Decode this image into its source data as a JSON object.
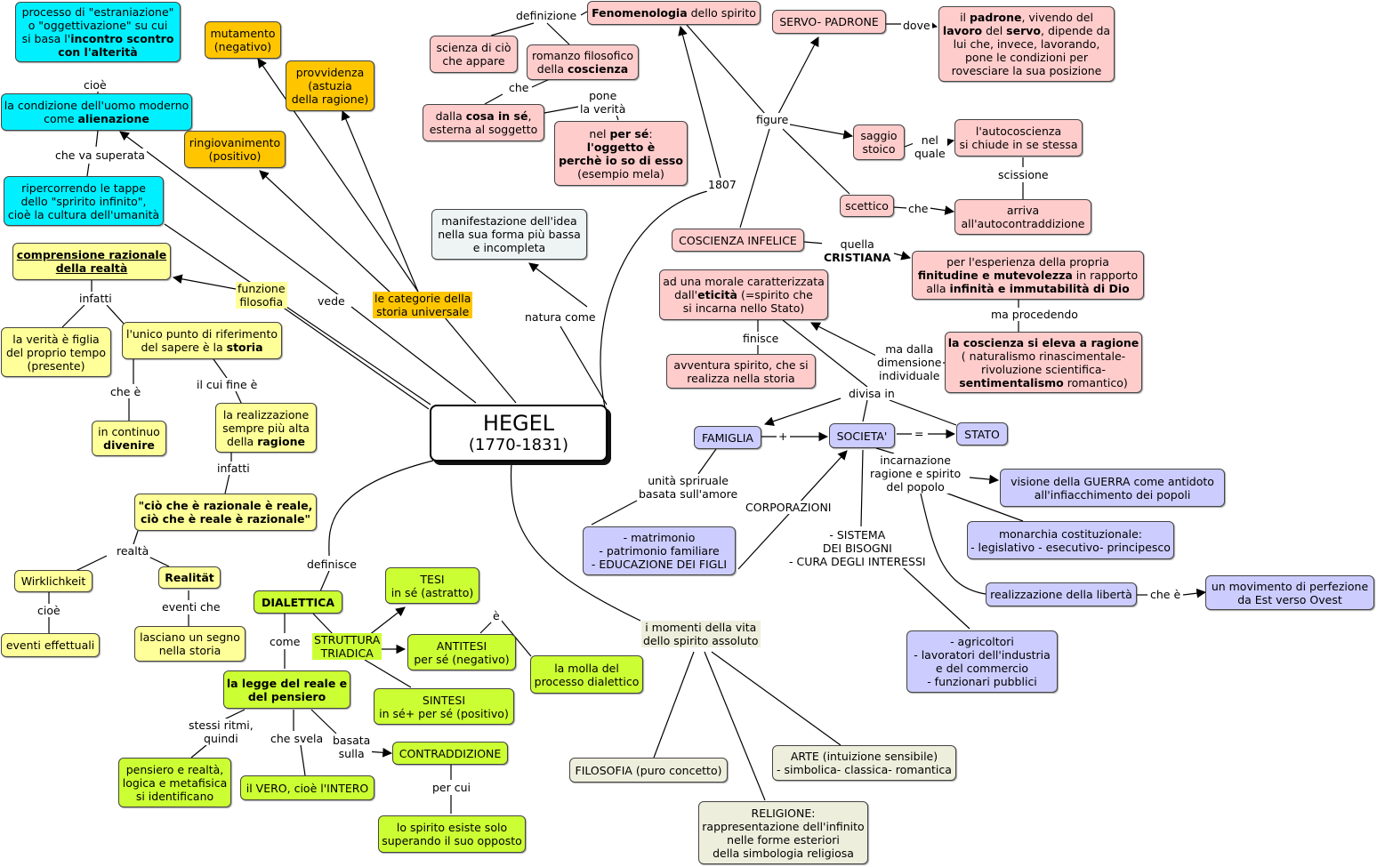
{
  "nodes": {
    "hegel_title": "HEGEL",
    "hegel_years": "(1770-1831)",
    "processo": [
      "processo di \"estraniazione\"",
      "o \"oggettivazione\" su cui",
      "si basa l'",
      "incontro scontro",
      "con l'alterità"
    ],
    "alienazione": [
      "la condizione dell'uomo moderno",
      "come ",
      "alienazione"
    ],
    "ripercorrendo": [
      "ripercorrendo le tappe",
      "dello \"spririto infinito\",",
      "cioè la cultura dell'umanità"
    ],
    "mutamento": [
      "mutamento",
      "(negativo)"
    ],
    "provvidenza": [
      "provvidenza",
      "(astuzia",
      "della ragione)"
    ],
    "ringiovanimento": [
      "ringiovanimento",
      "(positivo)"
    ],
    "comprensione": [
      "comprensione razionale",
      "della realtà"
    ],
    "verita_figlia": [
      "la verità è figlia",
      "del proprio tempo",
      "(presente)"
    ],
    "unico_punto": [
      "l'unico punto di riferimento",
      "del sapere è la ",
      "storia"
    ],
    "continuo": [
      "in continuo",
      "divenire"
    ],
    "realizzazione_ragione": [
      "la realizzazione",
      "sempre più alta",
      "della ",
      "ragione"
    ],
    "razionale_reale": [
      "\"ciò che è razionale è reale,",
      "ciò che è reale è razionale\""
    ],
    "wirklichkeit": "Wirklichkeit",
    "realitat": "Realität",
    "eventi_effettuali": "eventi effettuali",
    "lasciano_segno": [
      "lasciano un segno",
      "nella storia"
    ],
    "fenomenologia": [
      "Fenomenologia",
      " dello spirito"
    ],
    "scienza": [
      "scienza di ciò",
      "che appare"
    ],
    "romanzo": [
      "romanzo filosofico",
      "della ",
      "coscienza"
    ],
    "cosa_in_se": [
      "dalla ",
      "cosa in sé",
      ",",
      "esterna al soggetto"
    ],
    "per_se": [
      "nel ",
      "per sé",
      ":",
      "l'oggetto è",
      "perchè io so di esso",
      "(esempio mela)"
    ],
    "manifestazione": [
      "manifestazione dell'idea",
      "nella sua forma più bassa",
      "e incompleta"
    ],
    "servo_padrone": "SERVO- PADRONE",
    "padrone_desc": [
      "il ",
      "padrone",
      ", vivendo del",
      "lavoro",
      " del ",
      "servo",
      ", dipende da",
      "lui che, invece, lavorando,",
      "pone le condizioni per",
      "rovesciare la sua posizione"
    ],
    "saggio_stoico": [
      "saggio",
      "stoico"
    ],
    "autocoscienza": [
      "l'autocoscienza",
      "si chiude in se stessa"
    ],
    "scettico": "scettico",
    "autocontraddizione": [
      "arriva",
      "all'autocontraddizione"
    ],
    "coscienza_infelice": "COSCIENZA INFELICE",
    "finitudine": [
      "per l'esperienza della propria",
      "finitudine e mutevolezza",
      " in rapporto",
      "alla ",
      "infinità e immutabilità di Dio"
    ],
    "si_eleva": [
      "la coscienza si eleva a ragione",
      "( naturalismo rinascimentale-",
      "rivoluzione scientifica-",
      "sentimentalismo",
      " romantico)"
    ],
    "morale_eticita": [
      "ad una morale caratterizzata",
      "dall'",
      "eticità",
      " (=spirito che",
      "si incarna nello Stato)"
    ],
    "avventura": [
      "avventura spirito, che si",
      "realizza nella storia"
    ],
    "famiglia": "FAMIGLIA",
    "societa": "SOCIETA'",
    "stato": "STATO",
    "matrimonio": [
      "- matrimonio",
      "- patrimonio familiare",
      "- EDUCAZIONE DEI FIGLI"
    ],
    "guerra": [
      "visione della GUERRA come antidoto",
      "all'infiacchimento dei popoli"
    ],
    "monarchia": [
      "monarchia costituzionale:",
      "- legislativo - esecutivo- principesco"
    ],
    "liberta": "realizzazione della libertà",
    "movimento": [
      "un movimento di perfezione",
      "da Est verso Ovest"
    ],
    "agricoltori": [
      "- agricoltori",
      "- lavoratori dell'industria",
      "e del commercio",
      "- funzionari pubblici"
    ],
    "dialettica": "DIALETTICA",
    "tesi": [
      "TESI",
      "in sé (astratto)"
    ],
    "antitesi": [
      "ANTITESI",
      "per sé (negativo)"
    ],
    "sintesi": [
      "SINTESI",
      "in sé+ per sé (positivo)"
    ],
    "molla": [
      "la molla del",
      "processo dialettico"
    ],
    "legge": [
      "la legge del reale e",
      "del pensiero"
    ],
    "pensiero_realta": [
      "pensiero e realtà,",
      "logica e metafisica",
      "si identificano"
    ],
    "vero_intero": "il VERO, cioè l'INTERO",
    "contraddizione": "CONTRADDIZIONE",
    "spirito_esiste": [
      "lo spirito esiste solo",
      "superando il suo opposto"
    ],
    "filosofia": "FILOSOFIA (puro concetto)",
    "arte": [
      "ARTE (intuizione sensibile)",
      "- simbolica- classica- romantica"
    ],
    "religione": [
      "RELIGIONE:",
      "rappresentazione dell'infinito",
      "nelle forme esteriori",
      "della simbologia religiosa"
    ]
  },
  "labels": {
    "cioe_top": "cioè",
    "che_va_superata": "che va superata",
    "vede": "vede",
    "funzione_filosofia": [
      "funzione",
      "filosofia"
    ],
    "categorie": [
      "le categorie della",
      "storia universale"
    ],
    "natura_come": "natura come",
    "infatti_1": "infatti",
    "che_e": "che è",
    "il_cui_fine_e": "il cui fine è",
    "infatti_2": "infatti",
    "realta": "realtà",
    "cioe_w": "cioè",
    "eventi_che": "eventi che",
    "definizione": "definizione",
    "che": "che",
    "pone_verita": [
      "pone",
      "la verità"
    ],
    "anno_1807": "1807",
    "figure": "figure",
    "dove": "dove",
    "nel_quale": [
      "nel",
      "quale"
    ],
    "scissione": "scissione",
    "che_scettico": "che",
    "quella_cristiana": [
      "quella",
      "CRISTIANA"
    ],
    "ma_procedendo": "ma procedendo",
    "finisce": "finisce",
    "ma_dalla": [
      "ma dalla",
      "dimensione",
      "individuale"
    ],
    "divisa_in": "divisa in",
    "plus": "+",
    "equals": "=",
    "unita_spirituale": [
      "unità spriruale",
      "basata sull'amore"
    ],
    "corporazioni": "CORPORAZIONI",
    "incarnazione": [
      "incarnazione",
      "ragione e spirito",
      "del popolo"
    ],
    "sistema_bisogni": [
      "- SISTEMA",
      "DEI BISOGNI",
      "- CURA DEGLI INTERESSI"
    ],
    "che_e_liberta": "che è",
    "definisce": "definisce",
    "come": "come",
    "struttura_triadica": [
      "STRUTTURA",
      "TRIADICA"
    ],
    "e_accent": "è",
    "stessi_ritmi": [
      "stessi ritmi,",
      "quindi"
    ],
    "che_svela": "che svela",
    "basata_sulla": [
      "basata",
      "sulla"
    ],
    "per_cui": "per cui",
    "momenti": [
      "i momenti della vita",
      "dello spirito assoluto"
    ]
  },
  "colors": {
    "cyan": "#00f0ff",
    "orange": "#ffc600",
    "pink": "#ffcccc",
    "yellow": "#ffff99",
    "green": "#ccff33",
    "blue": "#ccccff",
    "beige": "#eeeedd",
    "pale": "#eef4f4"
  }
}
